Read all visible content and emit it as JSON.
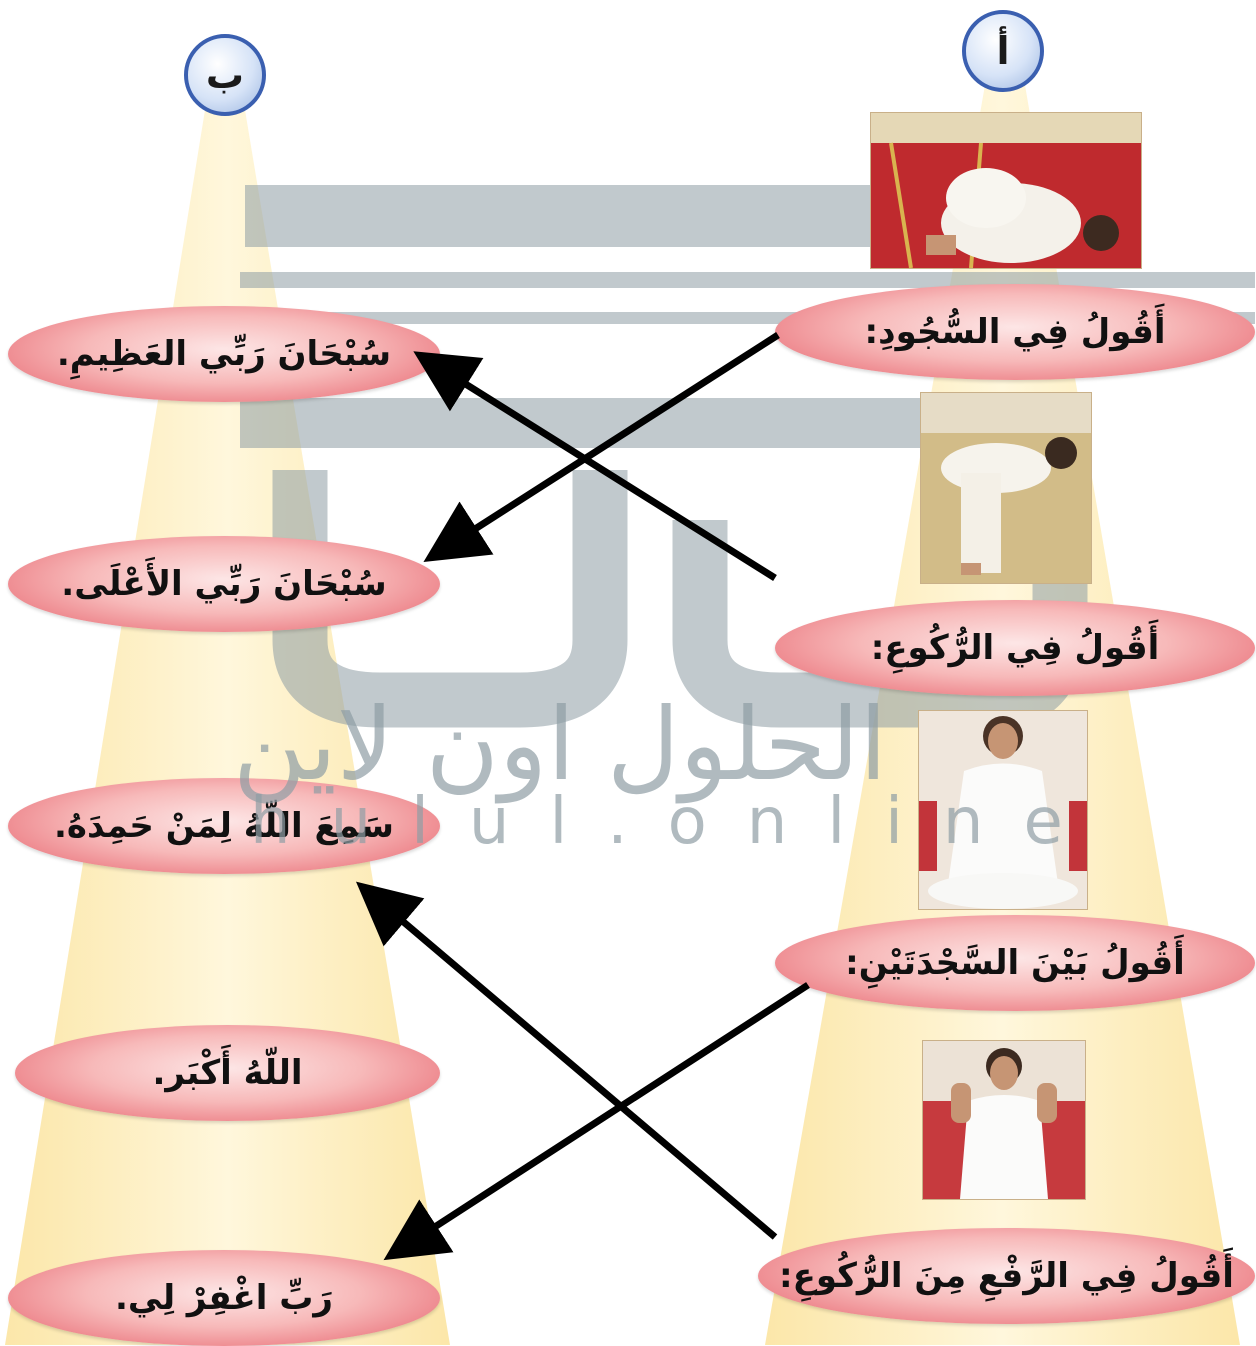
{
  "columns": {
    "a_label": "أ",
    "b_label": "ب"
  },
  "left_items": [
    "سُبْحَانَ رَبِّي العَظِيمِ.",
    "سُبْحَانَ رَبِّي الأَعْلَى.",
    "سَمِعَ اللّهُ لِمَنْ حَمِدَهُ.",
    "اللّهُ أَكْبَر.",
    "رَبِّ اغْفِرْ لِي."
  ],
  "right_items": [
    "أَقُولُ فِي السُّجُودِ:",
    "أَقُولُ فِي الرُّكُوعِ:",
    "أَقُولُ بَيْنَ السَّجْدَتَيْنِ:",
    "أَقُولُ فِي الرَّفْعِ مِنَ الرُّكُوعِ:"
  ],
  "photos": [
    "sujood-photo",
    "ruku-photo",
    "sitting-photo",
    "rising-photo"
  ],
  "watermark": {
    "arabic": "الحلول اون لاين",
    "latin": "hulul.online"
  },
  "colors": {
    "beam": "#fbe9b0",
    "pill": "#ec7f86",
    "circle_border": "#3a5fb0",
    "arrow": "#000000",
    "watermark": "#7f8f8a"
  }
}
